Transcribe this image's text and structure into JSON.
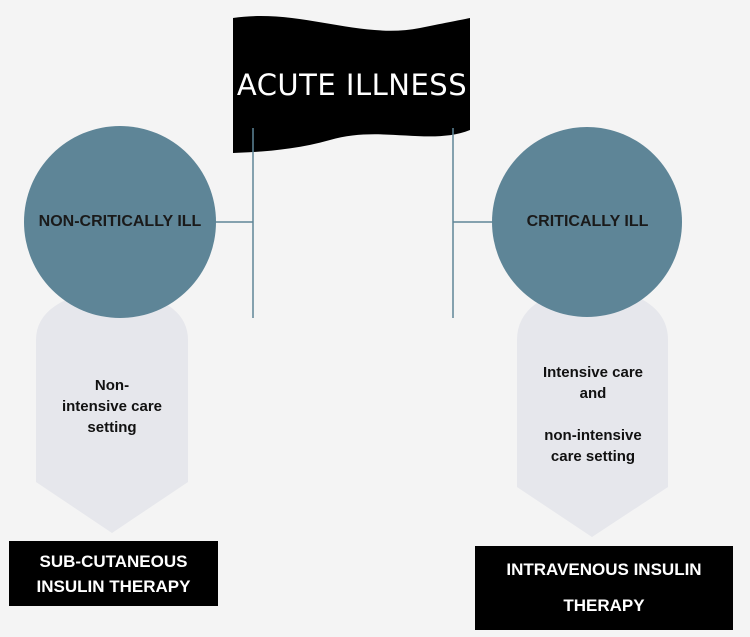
{
  "flag": {
    "title": "ACUTE ILLNESS"
  },
  "left": {
    "circle": "NON-CRITICALLY ILL",
    "setting_lines": [
      "Non-",
      "intensive care",
      "setting"
    ],
    "therapy_lines": [
      "SUB-CUTANEOUS",
      "INSULIN THERAPY"
    ]
  },
  "right": {
    "circle": "CRITICALLY ILL",
    "setting_lines": [
      "Intensive care",
      "and",
      "",
      "non-intensive",
      "care setting"
    ],
    "therapy_lines": [
      "INTRAVENOUS INSULIN",
      "THERAPY"
    ]
  },
  "colors": {
    "circle": "#5e8597",
    "shield": "#e6e7ec",
    "flag": "#000000",
    "line": "#5e8597",
    "background": "#f4f4f4"
  }
}
